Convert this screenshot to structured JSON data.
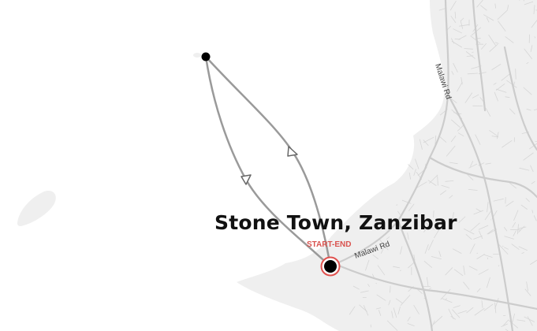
{
  "map": {
    "place_label": "Stone Town, Zanzibar",
    "marker_label": "START-END",
    "road_labels": [
      "Malawi Rd",
      "Malawi Rd"
    ],
    "colors": {
      "water": "#ffffff",
      "land": "#efefef",
      "road": "#d6d6d6",
      "route": "#9a9a9a",
      "marker_ring": "#e0524f",
      "marker_label": "#d9534f",
      "point": "#000000"
    },
    "icons": [
      "start-end-marker-icon",
      "route-waypoint-icon",
      "direction-arrow-icon"
    ]
  }
}
